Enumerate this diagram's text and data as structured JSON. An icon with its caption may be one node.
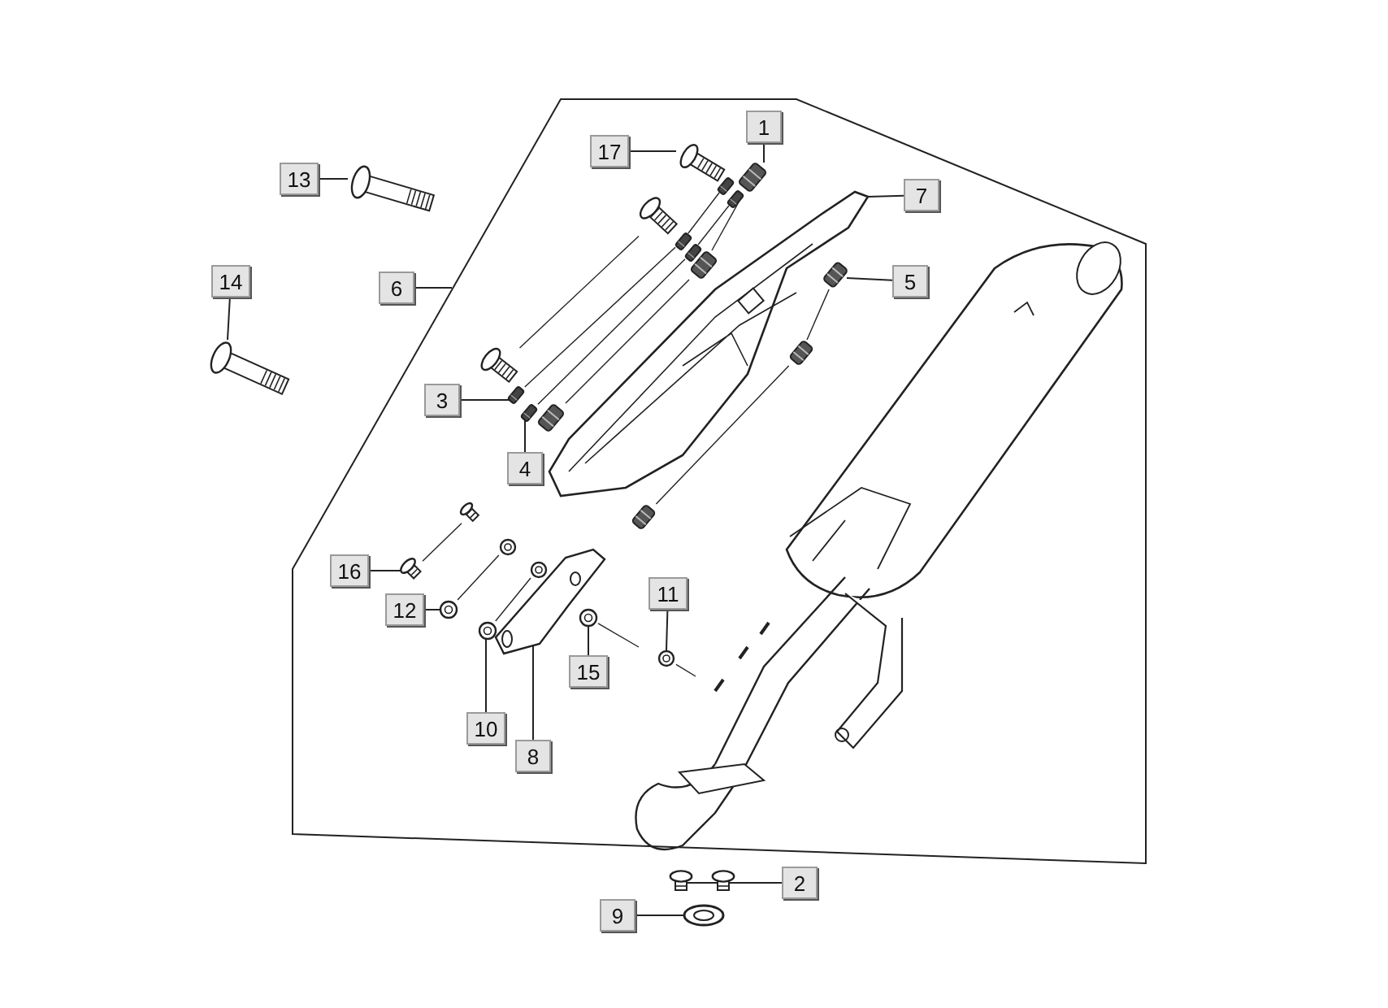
{
  "diagram": {
    "nodes": [
      {
        "text": [
          "13"
        ]
      },
      {
        "text": [],
        "shape": "picture"
      },
      {
        "text": [
          "14"
        ]
      },
      {
        "text": [],
        "shape": "picture"
      },
      {
        "text": [
          "17"
        ],
        "in": 11
      },
      {
        "text": [],
        "shape": "picture",
        "in": 11
      },
      {
        "text": [
          "1"
        ],
        "in": 11
      },
      {
        "text": [],
        "shape": "picture",
        "in": 11
      },
      {
        "text": [
          "7"
        ],
        "in": 11
      },
      {
        "text": [],
        "shape": "picture",
        "in": 11
      },
      {
        "text": [
          "6"
        ]
      },
      {
        "text": [],
        "shape": "polygon"
      },
      {
        "text": [
          "5"
        ],
        "in": 11
      },
      {
        "text": [],
        "shape": "picture",
        "in": 11
      },
      {
        "text": [
          "3"
        ],
        "in": 11
      },
      {
        "text": [],
        "shape": "cylinder",
        "in": 11
      },
      {
        "text": [
          "4"
        ],
        "in": 11
      },
      {
        "text": [],
        "shape": "cylinder",
        "in": 11
      },
      {
        "text": [
          "16"
        ],
        "in": 11
      },
      {
        "text": [],
        "shape": "picture",
        "in": 11
      },
      {
        "text": [
          "12"
        ],
        "in": 11
      },
      {
        "text": [],
        "shape": "picture",
        "in": 11
      },
      {
        "text": [
          "10"
        ],
        "in": 11
      },
      {
        "text": [],
        "shape": "picture",
        "in": 11
      },
      {
        "text": [
          "8"
        ],
        "in": 11
      },
      {
        "text": [],
        "shape": "picture",
        "in": 11
      },
      {
        "text": [
          "15"
        ],
        "in": 11
      },
      {
        "text": [],
        "shape": "picture",
        "in": 11
      },
      {
        "text": [
          "11"
        ],
        "in": 11
      },
      {
        "text": [],
        "shape": "picture",
        "in": 11
      },
      {
        "text": [
          "2"
        ]
      },
      {
        "text": [],
        "shape": "picture"
      },
      {
        "text": [
          "9"
        ]
      },
      {
        "text": [],
        "shape": "picture"
      },
      {
        "text": [],
        "shape": "picture",
        "in": 11
      },
      {
        "text": [],
        "shape": "picture",
        "in": 11
      },
      {
        "text": [],
        "shape": "cylinder",
        "in": 11
      },
      {
        "text": [],
        "shape": "cylinder",
        "in": 11
      },
      {
        "text": [],
        "shape": "cylinder",
        "in": 11
      },
      {
        "text": [],
        "shape": "cylinder",
        "in": 11
      },
      {
        "text": [],
        "shape": "picture",
        "in": 11
      },
      {
        "text": [],
        "shape": "picture",
        "in": 11
      },
      {
        "text": [],
        "shape": "picture",
        "in": 11
      },
      {
        "text": [],
        "shape": "picture",
        "in": 11
      },
      {
        "text": [],
        "shape": "picture",
        "in": 11
      },
      {
        "text": [],
        "shape": "picture",
        "in": 11
      },
      {
        "text": [],
        "shape": "picture",
        "in": 25
      }
    ],
    "edges": [
      {
        "from": 0,
        "to": 1,
        "arrow": "none"
      },
      {
        "from": 2,
        "to": 3,
        "arrow": "none"
      },
      {
        "from": 4,
        "to": 5,
        "arrow": "none"
      },
      {
        "from": 6,
        "to": 7,
        "arrow": "none"
      },
      {
        "from": 8,
        "to": 9,
        "arrow": "none"
      },
      {
        "from": 10,
        "to": 11,
        "arrow": "none"
      },
      {
        "from": 12,
        "to": 13,
        "arrow": "none"
      },
      {
        "from": 14,
        "to": 15,
        "arrow": "none"
      },
      {
        "from": 16,
        "to": 17,
        "arrow": "none"
      },
      {
        "from": 18,
        "to": 19,
        "arrow": "none"
      },
      {
        "from": 20,
        "to": 21,
        "arrow": "none"
      },
      {
        "from": 22,
        "to": 23,
        "arrow": "none"
      },
      {
        "from": 24,
        "to": 25,
        "arrow": "none"
      },
      {
        "from": 26,
        "to": 27,
        "arrow": "none"
      },
      {
        "from": 28,
        "to": 29,
        "arrow": "none"
      },
      {
        "from": 30,
        "to": 31,
        "arrow": "none"
      },
      {
        "from": 32,
        "to": 33,
        "arrow": "none"
      },
      {
        "from": 34,
        "to": 35,
        "arrow": "none"
      },
      {
        "from": 36,
        "to": 38,
        "arrow": "none"
      },
      {
        "from": 38,
        "to": 15,
        "arrow": "none"
      },
      {
        "from": 37,
        "to": 39,
        "arrow": "none"
      },
      {
        "from": 39,
        "to": 17,
        "arrow": "none"
      },
      {
        "from": 7,
        "to": 40,
        "arrow": "none"
      },
      {
        "from": 40,
        "to": 41,
        "arrow": "none"
      },
      {
        "from": 13,
        "to": 42,
        "arrow": "none"
      },
      {
        "from": 42,
        "to": 43,
        "arrow": "none"
      },
      {
        "from": 44,
        "to": 19,
        "arrow": "none"
      },
      {
        "from": 45,
        "to": 21,
        "arrow": "none"
      },
      {
        "from": 46,
        "to": 23,
        "arrow": "none"
      },
      {
        "from": 27,
        "to": null,
        "arrow": "none"
      },
      {
        "from": 29,
        "to": null,
        "arrow": "none"
      }
    ]
  }
}
